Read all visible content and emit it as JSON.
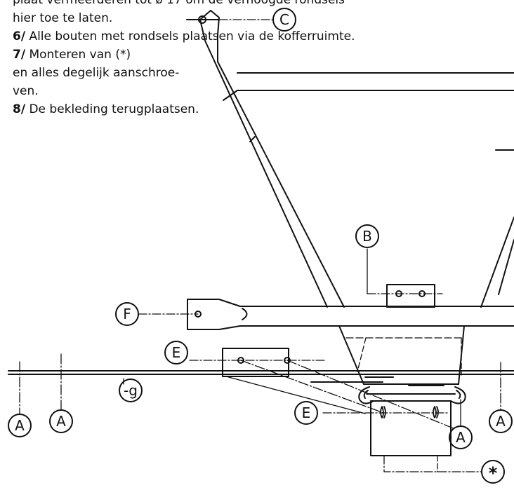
{
  "instructions": {
    "line0": "plaat vermeerderen tot ø 17 om de verhoogde rondsels",
    "line1": "hier toe te laten.",
    "step6_num": "6/",
    "step6_text": "Alle bouten met rondsels plaatsen via de kofferruimte.",
    "step7_num": "7/",
    "step7_text": "Monteren van (*)",
    "line7b": "en alles degelijk aanschroe-",
    "line7c": "ven.",
    "step8_num": "8/",
    "step8_text": "De bekleding terugplaatsen."
  },
  "labels": {
    "C": "C",
    "B": "B",
    "F": "F",
    "E_upper": "E",
    "E_lower": "E",
    "g": "-g",
    "A1": "A",
    "A2": "A",
    "A3": "A",
    "A4": "A",
    "star": "*"
  },
  "colors": {
    "ink": "#111111",
    "paper": "#ffffff"
  }
}
